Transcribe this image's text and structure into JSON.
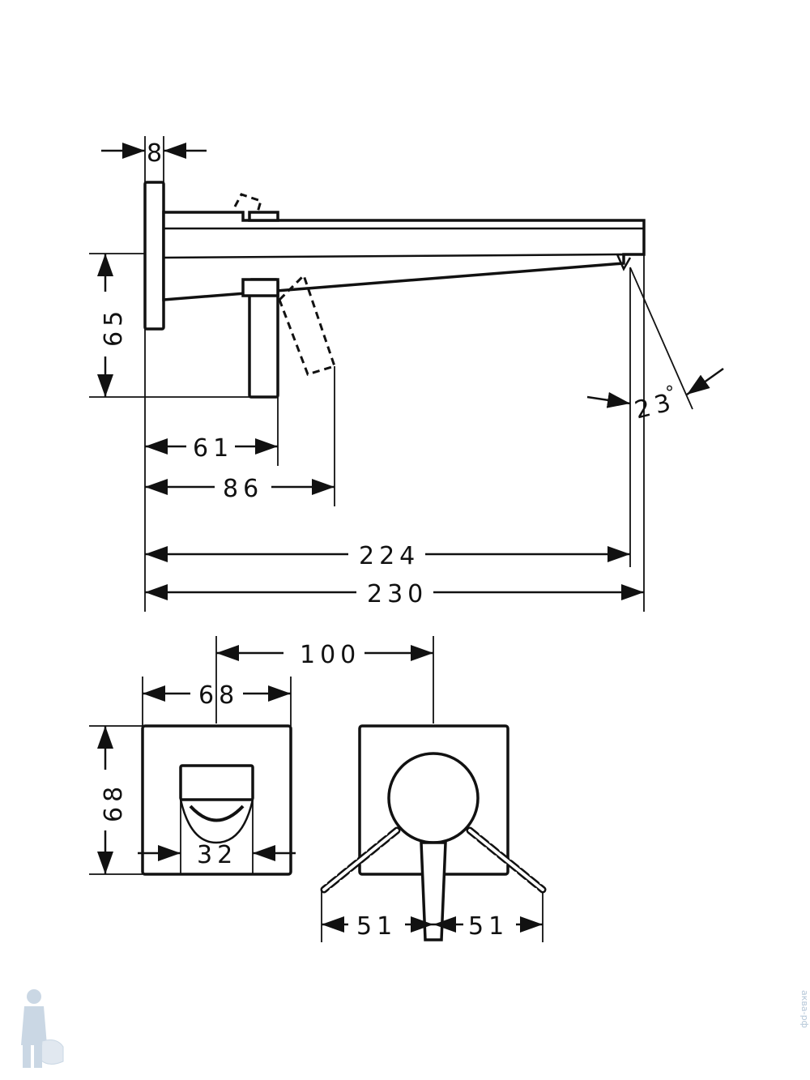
{
  "side_view": {
    "plate_thickness": "8",
    "height_to_outlet": "65",
    "handle_offset": "61",
    "handle_swing": "86",
    "projection_inner": "224",
    "projection_total": "230",
    "spout_angle": "23",
    "degree_symbol": "°"
  },
  "front_views": {
    "center_distance": "100",
    "plate_width": "68",
    "plate_height": "68",
    "outlet_width": "32",
    "lever_left": "51",
    "lever_right": "51"
  },
  "watermark": {
    "side_text": "аква-рф",
    "logo_icon": "plumber-toilet-logo-icon"
  }
}
